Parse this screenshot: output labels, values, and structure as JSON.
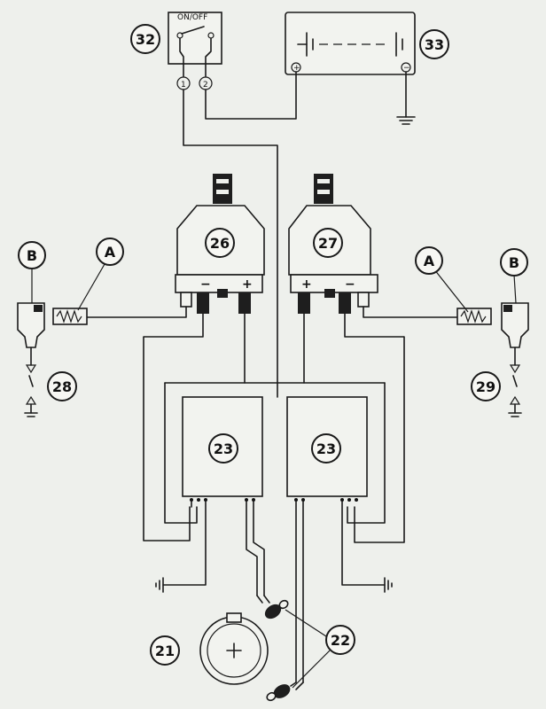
{
  "switch": {
    "label": "ON/OFF",
    "pin1": "1",
    "pin2": "2"
  },
  "callouts": {
    "c32": "32",
    "c33": "33",
    "c26": "26",
    "c27": "27",
    "c28": "28",
    "c29": "29",
    "c23a": "23",
    "c23b": "23",
    "c21": "21",
    "c22": "22",
    "b_left": "B",
    "a_left": "A",
    "a_right": "A",
    "b_right": "B"
  },
  "polarity": {
    "left_minus": "−",
    "left_plus": "+",
    "right_plus": "+",
    "right_minus": "−"
  }
}
